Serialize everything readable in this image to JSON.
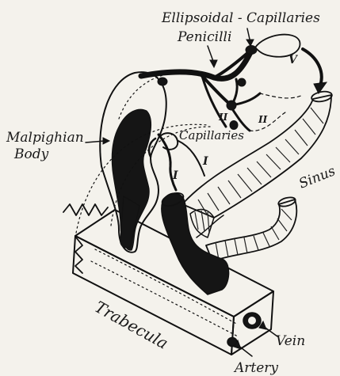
{
  "figure": {
    "labels": {
      "ellipsoidal_capillaries": "Ellipsoidal - Capillaries",
      "penicilli": "Penicilli",
      "malpighian_body_line1": "Malpighian",
      "malpighian_body_line2": "Body",
      "capillaries": "Capillaries",
      "sinus": "Sinus",
      "trabecula": "Trabecula",
      "vein": "Vein",
      "artery": "Artery"
    },
    "numerals": {
      "I_lower": "I",
      "I_mid": "I",
      "II_a": "II",
      "II_b": "II",
      "V": "V"
    },
    "colors": {
      "paper": "#f4f2ec",
      "ink": "#111111"
    }
  }
}
